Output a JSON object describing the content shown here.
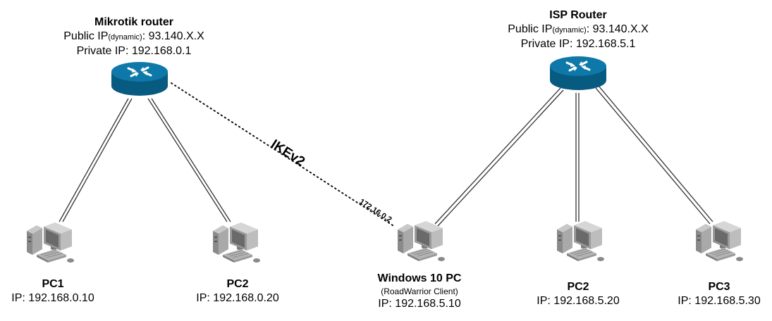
{
  "nodes": {
    "mikrotik": {
      "title": "Mikrotik router",
      "public_prefix": "Public IP",
      "public_note": "(dynamic)",
      "public_value": ": 93.140.X.X",
      "private": "Private IP: 192.168.0.1",
      "icon": "router-icon"
    },
    "isp": {
      "title": "ISP Router",
      "public_prefix": "Public IP",
      "public_note": "(dynamic)",
      "public_value": ": 93.140.X.X",
      "private": "Private IP: 192.168.5.1",
      "icon": "router-icon"
    },
    "pc1": {
      "title": "PC1",
      "ip": "IP: 192.168.0.10",
      "icon": "desktop-pc-icon"
    },
    "pc2a": {
      "title": "PC2",
      "ip": "IP: 192.168.0.20",
      "icon": "desktop-pc-icon"
    },
    "win": {
      "title": "Windows 10 PC",
      "sub": "(RoadWarrior Client)",
      "ip": "IP: 192.168.5.10",
      "icon": "desktop-pc-icon"
    },
    "pc2b": {
      "title": "PC2",
      "ip": "IP: 192.168.5.20",
      "icon": "desktop-pc-icon"
    },
    "pc3": {
      "title": "PC3",
      "ip": "IP: 192.168.5.30",
      "icon": "desktop-pc-icon"
    }
  },
  "tunnel": {
    "label": "IKEv2",
    "client_ip": "172.16.0.2"
  },
  "colors": {
    "router_top": "#0e78a8",
    "router_side": "#075a80",
    "link": "#333333"
  }
}
